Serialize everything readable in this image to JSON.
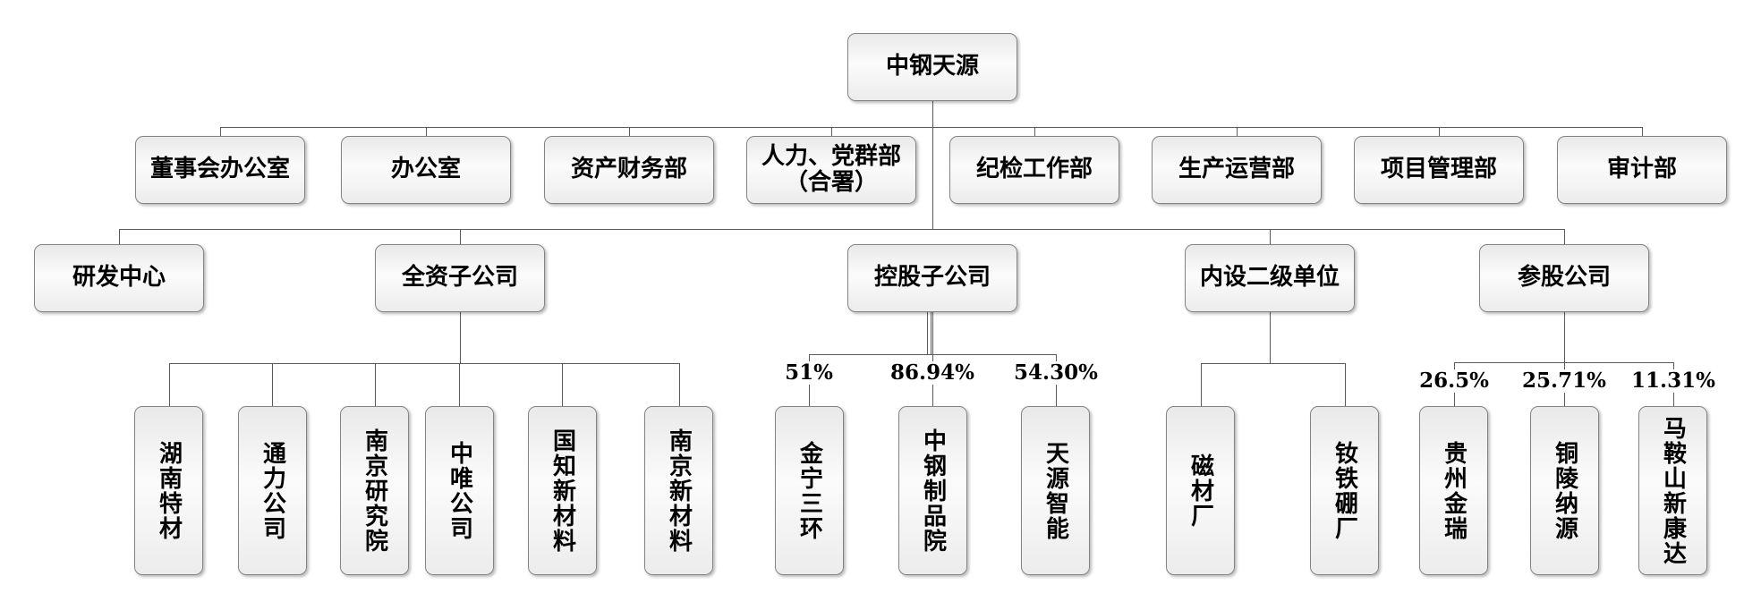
{
  "root": {
    "label": "中钢天源"
  },
  "departments": [
    {
      "label": "董事会办公室"
    },
    {
      "label": "办公室"
    },
    {
      "label": "资产财务部"
    },
    {
      "lines": [
        "人力、党群部",
        "（合署）"
      ]
    },
    {
      "label": "纪检工作部"
    },
    {
      "label": "生产运营部"
    },
    {
      "label": "项目管理部"
    },
    {
      "label": "审计部"
    }
  ],
  "categories": [
    {
      "label": "研发中心"
    },
    {
      "label": "全资子公司"
    },
    {
      "label": "控股子公司"
    },
    {
      "label": "内设二级单位"
    },
    {
      "label": "参股公司"
    }
  ],
  "wholly_owned_subsidiaries": [
    {
      "name": "湖南特材"
    },
    {
      "name": "通力公司"
    },
    {
      "name": "南京研究院"
    },
    {
      "name": "中唯公司"
    },
    {
      "name": "国知新材料"
    },
    {
      "name": "南京新材料"
    }
  ],
  "holding_subsidiaries": [
    {
      "name": "金宁三环",
      "ownership": "51%"
    },
    {
      "name": "中钢制品院",
      "ownership": "86.94%"
    },
    {
      "name": "天源智能",
      "ownership": "54.30%"
    }
  ],
  "internal_units": [
    {
      "name": "磁材厂"
    },
    {
      "name": "钕铁硼厂"
    }
  ],
  "equity_participation_companies": [
    {
      "name": "贵州金瑞",
      "ownership": "26.5%"
    },
    {
      "name": "铜陵纳源",
      "ownership": "25.71%"
    },
    {
      "name": "马鞍山新康达",
      "ownership": "11.31%"
    }
  ]
}
